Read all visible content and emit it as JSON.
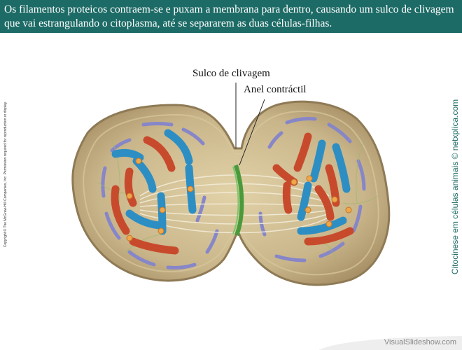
{
  "banner": {
    "text": "Os filamentos proteicos contraem-se e puxam a membrana para dentro, causando um sulco de clivagem que vai estrangulando o citoplasma, até se separarem as duas células-filhas."
  },
  "labels": {
    "sulco": "Sulco de clivagem",
    "anel": "Anel contráctil"
  },
  "copyright": "Copyright © The McGraw-Hill Companies, Inc. Permission required for reproduction or display.",
  "side_caption": "Citocinese em células animais © netxplica.com",
  "footer": "VisualSlideshow.com",
  "colors": {
    "banner": "#1d6b66",
    "cell_fill": "#c9b58a",
    "chromosome_red": "#c84a2c",
    "chromosome_blue": "#2d8ec3",
    "contractile_ring": "#4a9a3c"
  }
}
